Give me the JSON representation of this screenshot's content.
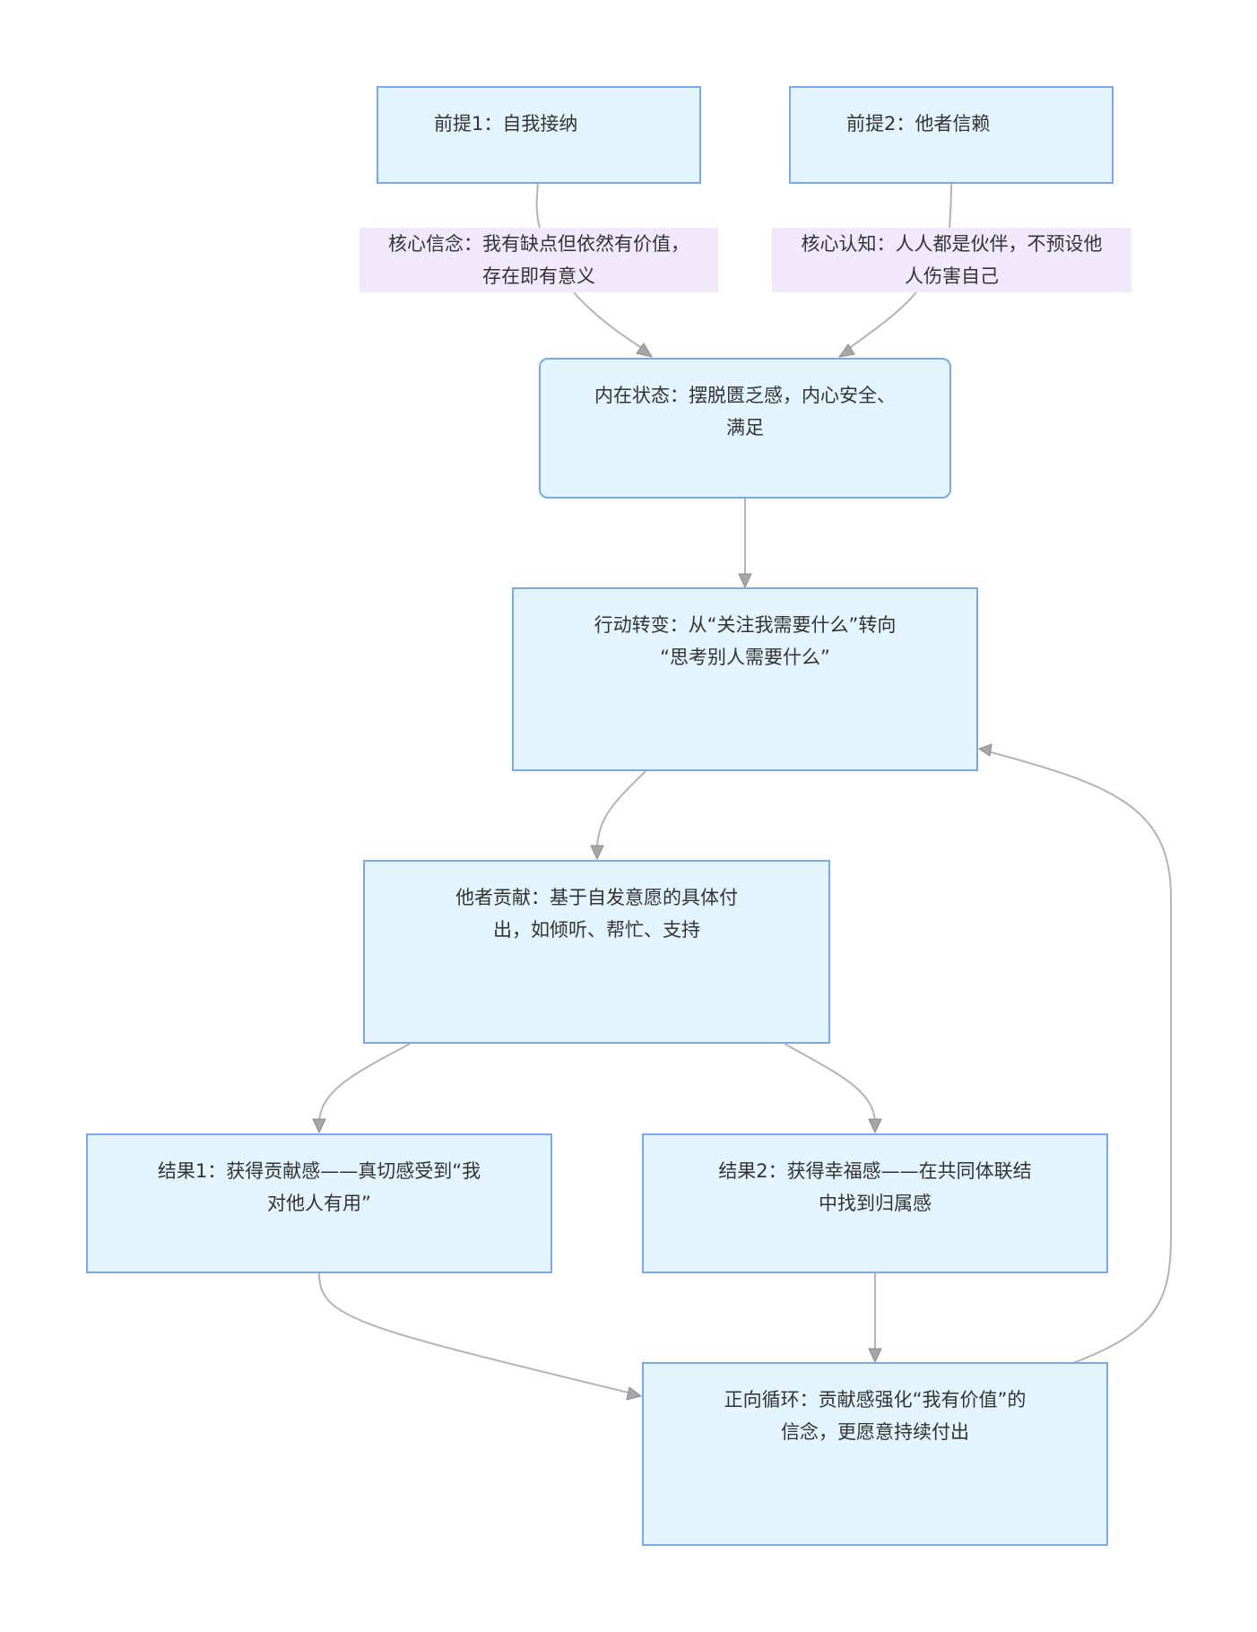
{
  "diagram": {
    "type": "flowchart",
    "colors": {
      "node_fill": "#e3f4fd",
      "node_border": "#7ba7f0",
      "edge_label_fill": "#f1e8fc",
      "edge_stroke": "#b3b3b3",
      "text": "#333333"
    },
    "nodes": {
      "premise1": {
        "lines": [
          "前提1：自我接纳"
        ]
      },
      "premise2": {
        "lines": [
          "前提2：他者信赖"
        ]
      },
      "inner_state": {
        "lines": [
          "内在状态：摆脱匮乏感，内心安全、",
          "满足"
        ]
      },
      "action_shift": {
        "lines": [
          "行动转变：从“关注我需要什么”转向",
          "“思考别人需要什么”"
        ]
      },
      "contribution": {
        "lines": [
          "他者贡献：基于自发意愿的具体付",
          "出，如倾听、帮忙、支持"
        ]
      },
      "result1": {
        "lines": [
          "结果1：获得贡献感——真切感受到“我",
          "对他人有用”"
        ]
      },
      "result2": {
        "lines": [
          "结果2：获得幸福感——在共同体联结",
          "中找到归属感"
        ]
      },
      "positive_cycle": {
        "lines": [
          "正向循环：贡献感强化“我有价值”的",
          "信念，更愿意持续付出"
        ]
      }
    },
    "edge_labels": {
      "core_belief": {
        "lines": [
          "核心信念：我有缺点但依然有价值，",
          "存在即有意义"
        ]
      },
      "core_cognition": {
        "lines": [
          "核心认知：人人都是伙伴，不预设他",
          "人伤害自己"
        ]
      }
    },
    "edges": [
      {
        "from": "premise1",
        "to": "inner_state",
        "label": "core_belief"
      },
      {
        "from": "premise2",
        "to": "inner_state",
        "label": "core_cognition"
      },
      {
        "from": "inner_state",
        "to": "action_shift"
      },
      {
        "from": "action_shift",
        "to": "contribution"
      },
      {
        "from": "contribution",
        "to": "result1"
      },
      {
        "from": "contribution",
        "to": "result2"
      },
      {
        "from": "result1",
        "to": "positive_cycle"
      },
      {
        "from": "result2",
        "to": "positive_cycle"
      },
      {
        "from": "positive_cycle",
        "to": "action_shift"
      }
    ]
  }
}
